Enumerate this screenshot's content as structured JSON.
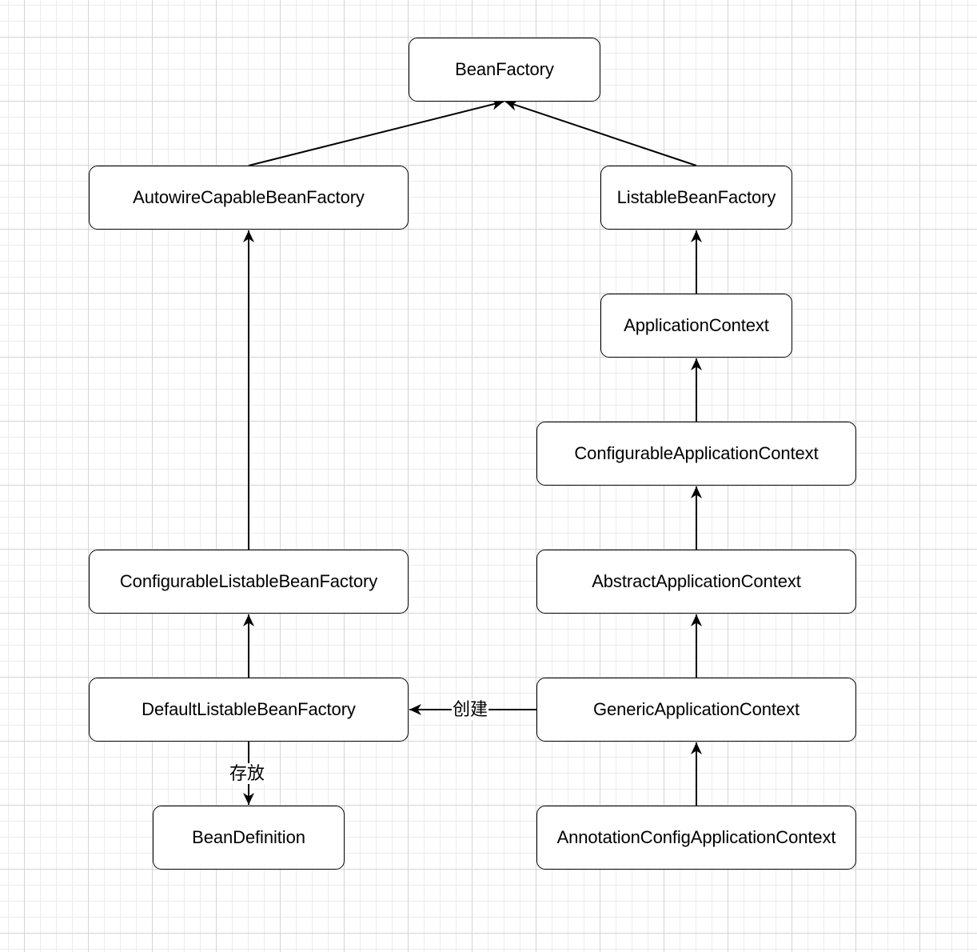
{
  "nodes": {
    "bean_factory": "BeanFactory",
    "autowire_capable_bean_factory": "AutowireCapableBeanFactory",
    "listable_bean_factory": "ListableBeanFactory",
    "application_context": "ApplicationContext",
    "configurable_application_context": "ConfigurableApplicationContext",
    "configurable_listable_bean_factory": "ConfigurableListableBeanFactory",
    "abstract_application_context": "AbstractApplicationContext",
    "default_listable_bean_factory": "DefaultListableBeanFactory",
    "generic_application_context": "GenericApplicationContext",
    "bean_definition": "BeanDefinition",
    "annotation_config_application_context": "AnnotationConfigApplicationContext"
  },
  "edge_labels": {
    "creates": "创建",
    "stores": "存放"
  },
  "edges": [
    {
      "from": "AutowireCapableBeanFactory",
      "to": "BeanFactory"
    },
    {
      "from": "ListableBeanFactory",
      "to": "BeanFactory"
    },
    {
      "from": "ApplicationContext",
      "to": "ListableBeanFactory"
    },
    {
      "from": "ConfigurableApplicationContext",
      "to": "ApplicationContext"
    },
    {
      "from": "ConfigurableListableBeanFactory",
      "to": "AutowireCapableBeanFactory"
    },
    {
      "from": "AbstractApplicationContext",
      "to": "ConfigurableApplicationContext"
    },
    {
      "from": "DefaultListableBeanFactory",
      "to": "ConfigurableListableBeanFactory"
    },
    {
      "from": "GenericApplicationContext",
      "to": "AbstractApplicationContext"
    },
    {
      "from": "AnnotationConfigApplicationContext",
      "to": "GenericApplicationContext"
    },
    {
      "from": "GenericApplicationContext",
      "to": "DefaultListableBeanFactory",
      "label": "创建"
    },
    {
      "from": "DefaultListableBeanFactory",
      "to": "BeanDefinition",
      "label": "存放"
    }
  ]
}
